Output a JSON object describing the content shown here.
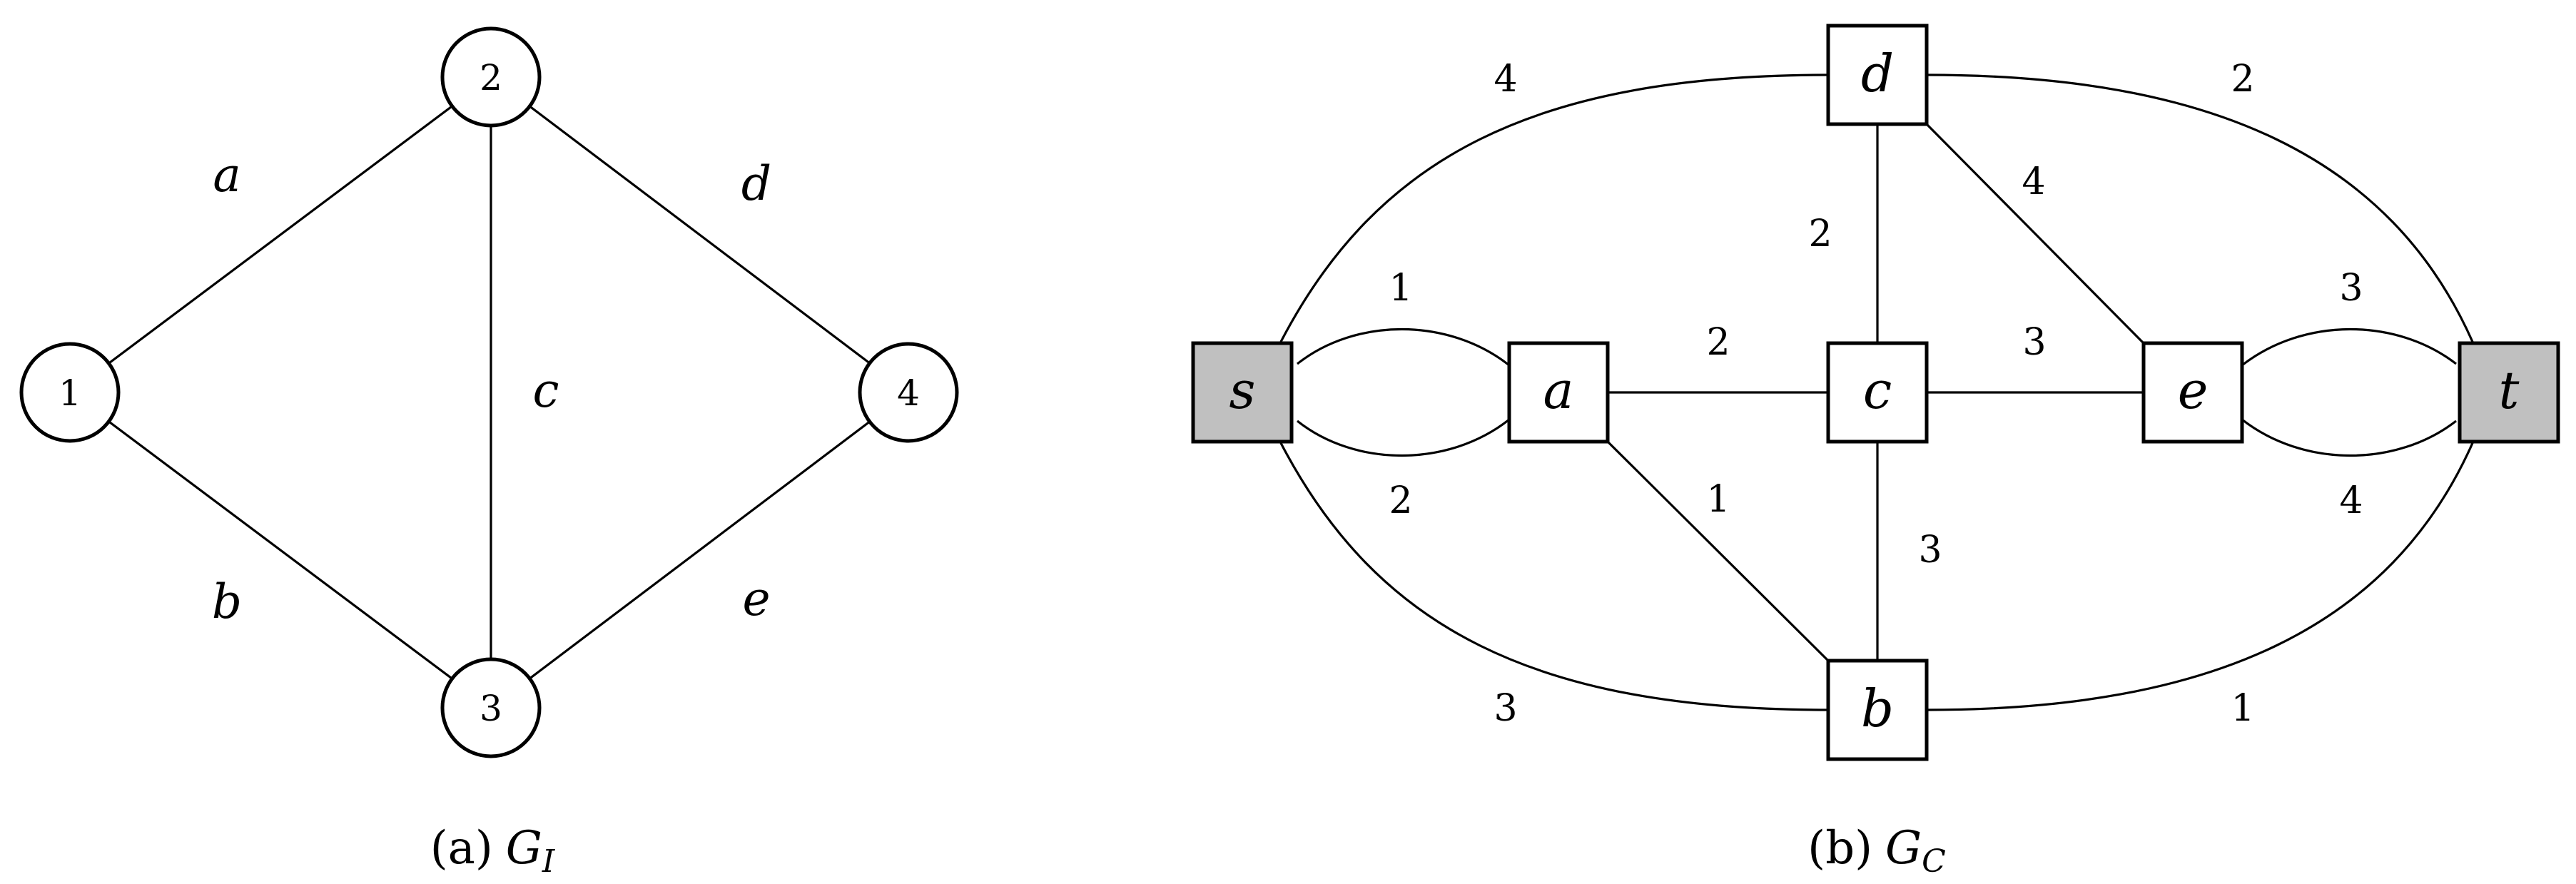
{
  "colors": {
    "stroke": "#000000",
    "node_fill": "#ffffff",
    "terminal_fill": "#c0c0c0"
  },
  "diagrams": {
    "left": {
      "caption_prefix": "(a)",
      "caption_symbol": "G",
      "caption_subscript": "I",
      "nodes": {
        "n1": "1",
        "n2": "2",
        "n3": "3",
        "n4": "4"
      },
      "edges": {
        "a": "a",
        "b": "b",
        "c": "c",
        "d": "d",
        "e": "e"
      }
    },
    "right": {
      "caption_prefix": "(b)",
      "caption_symbol": "G",
      "caption_subscript": "C",
      "nodes": {
        "s": "s",
        "a": "a",
        "b": "b",
        "c": "c",
        "d": "d",
        "e": "e",
        "t": "t"
      },
      "weights": {
        "s_d": "4",
        "d_t": "2",
        "s_a_upper": "1",
        "s_a_lower": "2",
        "a_c": "2",
        "c_e": "3",
        "d_c": "2",
        "d_e": "4",
        "a_b": "1",
        "c_b": "3",
        "e_t_upper": "3",
        "e_t_lower": "4",
        "s_b": "3",
        "b_t": "1"
      }
    }
  }
}
